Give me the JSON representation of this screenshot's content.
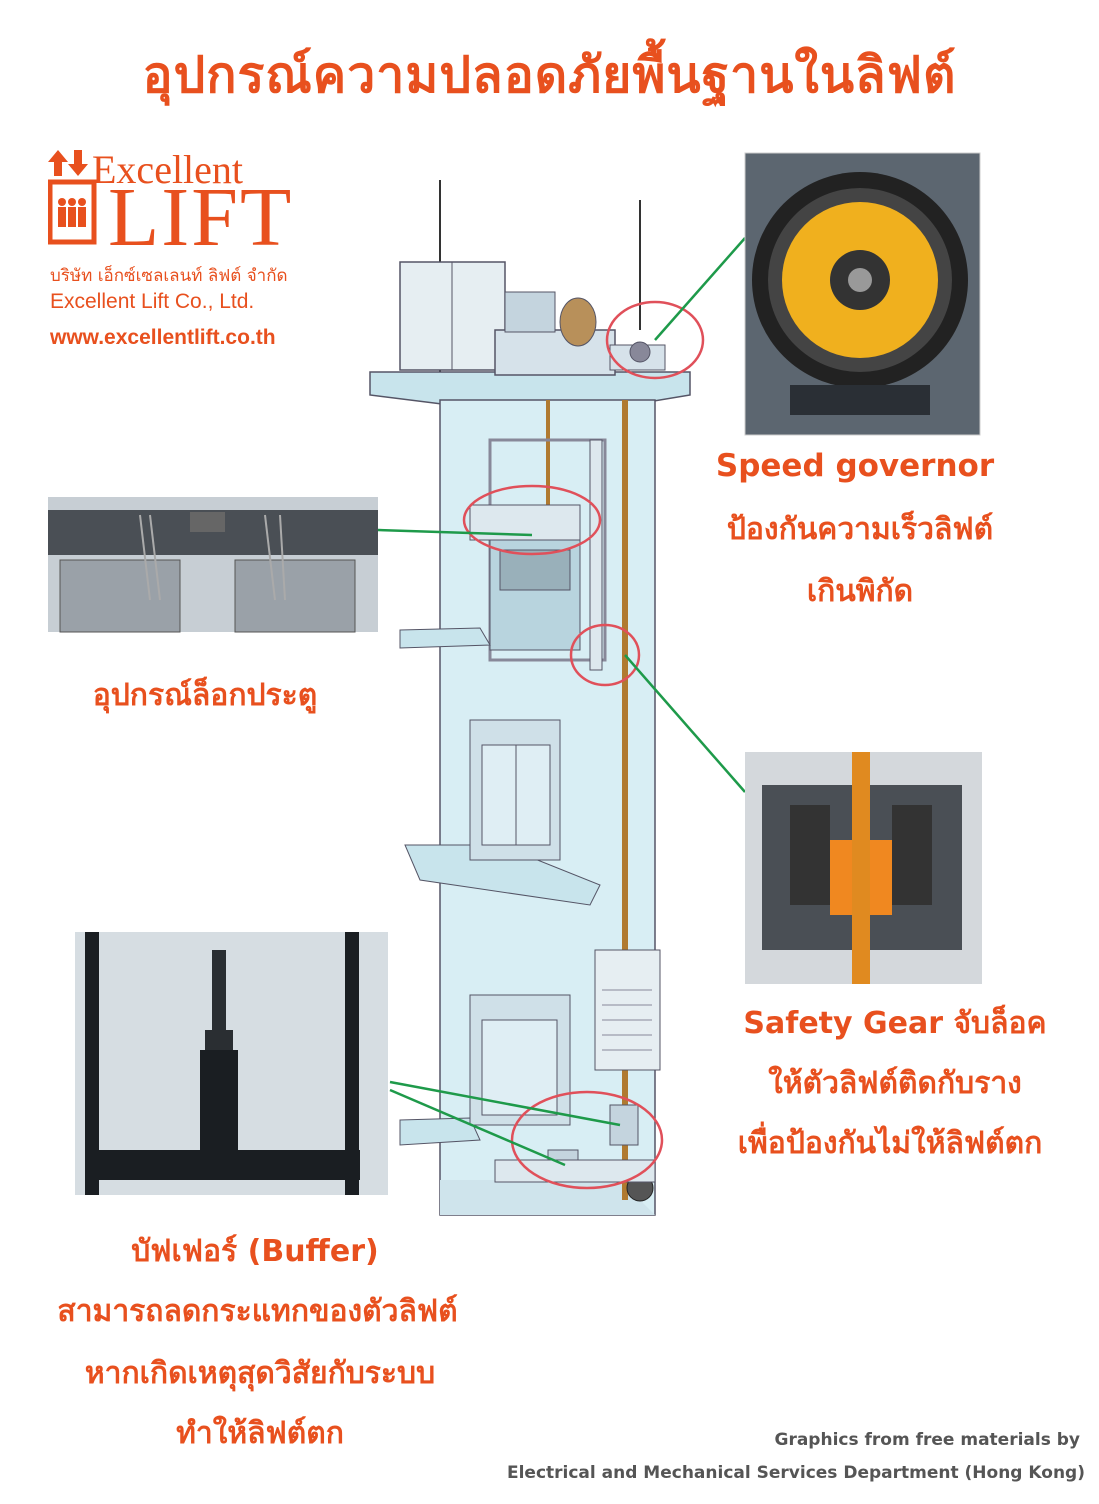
{
  "title": "อุปกรณ์ความปลอดภัยพื้นฐานในลิฟต์",
  "logo": {
    "word1": "Excellent",
    "word2": "LIFT",
    "company_th": "บริษัท เอ็กซ์เซลเลนท์ ลิฟต์ จำกัด",
    "company_en": "Excellent Lift Co., Ltd.",
    "website": "www.excellentlift.co.th"
  },
  "labels": {
    "governor_en": "Speed governor",
    "governor_th_1": "ป้องกันความเร็วลิฟต์",
    "governor_th_2": "เกินพิกัด",
    "door_lock": "อุปกรณ์ล็อกประตู",
    "safety_gear_1": "Safety Gear จับล็อค",
    "safety_gear_2": "ให้ตัวลิฟต์ติดกับราง",
    "safety_gear_3": "เพื่อป้องกันไม่ให้ลิฟต์ตก",
    "buffer_1": "บัฟเฟอร์ (Buffer)",
    "buffer_2": "สามารถลดกระแทกของตัวลิฟต์",
    "buffer_3": "หากเกิดเหตุสุดวิสัยกับระบบ",
    "buffer_4": "ทำให้ลิฟต์ตก"
  },
  "credit": {
    "line1": "Graphics from free materials  by",
    "line2": "Electrical and Mechanical Services Department (Hong Kong)"
  },
  "colors": {
    "accent": "#e8501e",
    "shaft": "#d8eef4",
    "connector": "#1e9a4a",
    "highlight_circle": "#e0505a"
  }
}
